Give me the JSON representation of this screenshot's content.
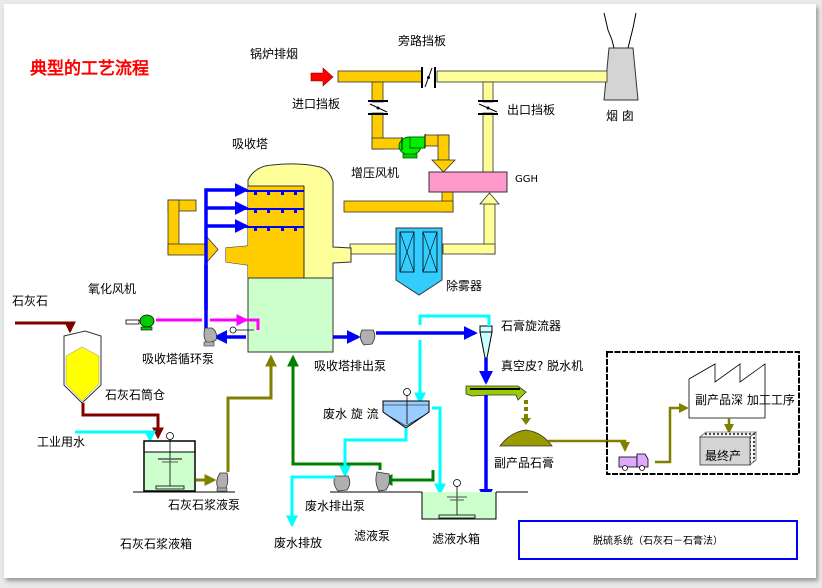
{
  "diagram": {
    "title": "典型的工艺流程",
    "caption": "脱硫系统（石灰石－石膏法）",
    "labels": {
      "boiler_flue_gas": "锅炉排烟",
      "bypass_damper": "旁路挡板",
      "inlet_damper": "进口挡板",
      "outlet_damper": "出口挡板",
      "chimney": "烟 囱",
      "absorber": "吸收塔",
      "booster_fan": "增压风机",
      "ggh": "GGH",
      "demister": "除雾器",
      "oxidation_fan": "氧化风机",
      "limestone": "石灰石",
      "absorber_circ_pump": "吸收塔循环泵",
      "limestone_silo": "石灰石筒仓",
      "absorber_discharge_pump": "吸收塔排出泵",
      "gypsum_cyclone": "石膏旋流器",
      "vacuum_belt_dewaterer": "真空皮? 脱水机",
      "process_water": "工业用水",
      "wastewater_cyclone": "废水 旋 流",
      "limestone_slurry_pump": "石灰石浆液泵",
      "byproduct_gypsum": "副产品石膏",
      "byproduct_processing": "副产品深 加工工序",
      "final_product": "最终产",
      "wastewater_discharge_pump": "废水排出泵",
      "limestone_slurry_tank": "石灰石浆液箱",
      "wastewater_discharge": "废水排放",
      "filtrate_pump": "滤液泵",
      "filtrate_tank": "滤液水箱"
    },
    "colors": {
      "flue_hot": "#ffcc00",
      "flue_clean": "#ffff99",
      "slurry": "#0000ff",
      "water": "#00ffff",
      "air": "#ff00ff",
      "limestone_line": "#800000",
      "slurry_feed": "#808000",
      "filtrate": "#008000",
      "title": "#ff0000",
      "ggh": "#ff99cc",
      "demister": "#33ccff",
      "absorber_liquid": "#ccffcc",
      "fan": "#00cc00"
    }
  }
}
